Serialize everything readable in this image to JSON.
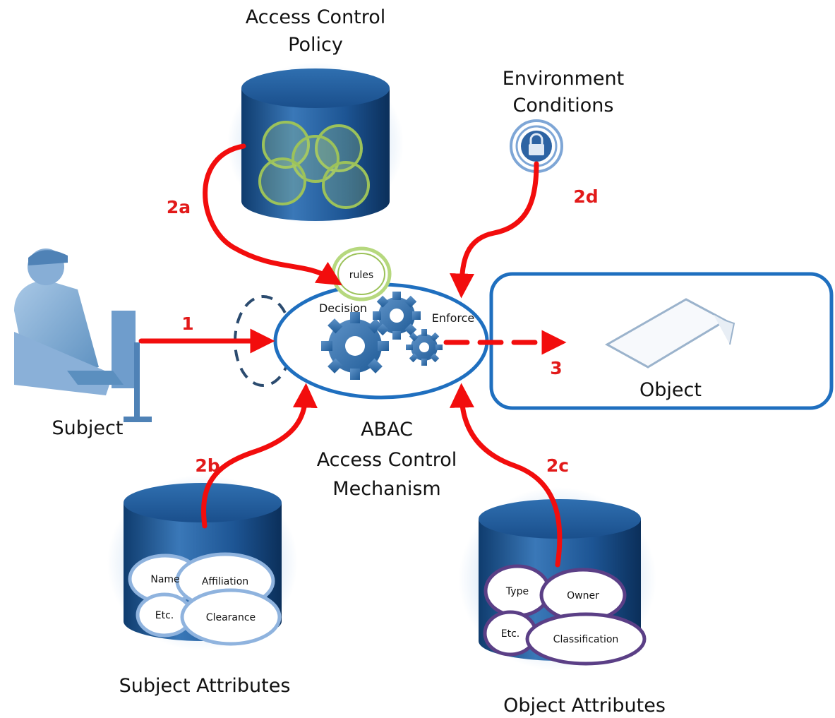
{
  "labels": {
    "policy_line1": "Access Control",
    "policy_line2": "Policy",
    "env_line1": "Environment",
    "env_line2": "Conditions",
    "subject": "Subject",
    "object": "Object",
    "mechanism_line1": "ABAC",
    "mechanism_line2": "Access Control",
    "mechanism_line3": "Mechanism",
    "subject_attributes": "Subject Attributes",
    "object_attributes": "Object Attributes",
    "rules": "rules",
    "decision": "Decision",
    "enforce": "Enforce"
  },
  "steps": {
    "s1": "1",
    "s2a": "2a",
    "s2b": "2b",
    "s2c": "2c",
    "s2d": "2d",
    "s3": "3"
  },
  "subject_attribute_items": {
    "name": "Name",
    "affiliation": "Affiliation",
    "etc": "Etc.",
    "clearance": "Clearance"
  },
  "object_attribute_items": {
    "type": "Type",
    "owner": "Owner",
    "etc": "Etc.",
    "classification": "Classification"
  },
  "colors": {
    "arrow": "#f20d0d",
    "mechanism_border": "#1f6fbf",
    "cylinder_dark": "#0e3f73",
    "cylinder_light": "#3f7fc0",
    "policy_circles": "#9cc25a",
    "subject_ovals": "#8fb3de",
    "object_ovals": "#5b3f86"
  },
  "icons": {
    "subject": "person-at-computer-icon",
    "environment": "padlock-icon",
    "mechanism": "gears-icon",
    "object": "document-icon"
  }
}
